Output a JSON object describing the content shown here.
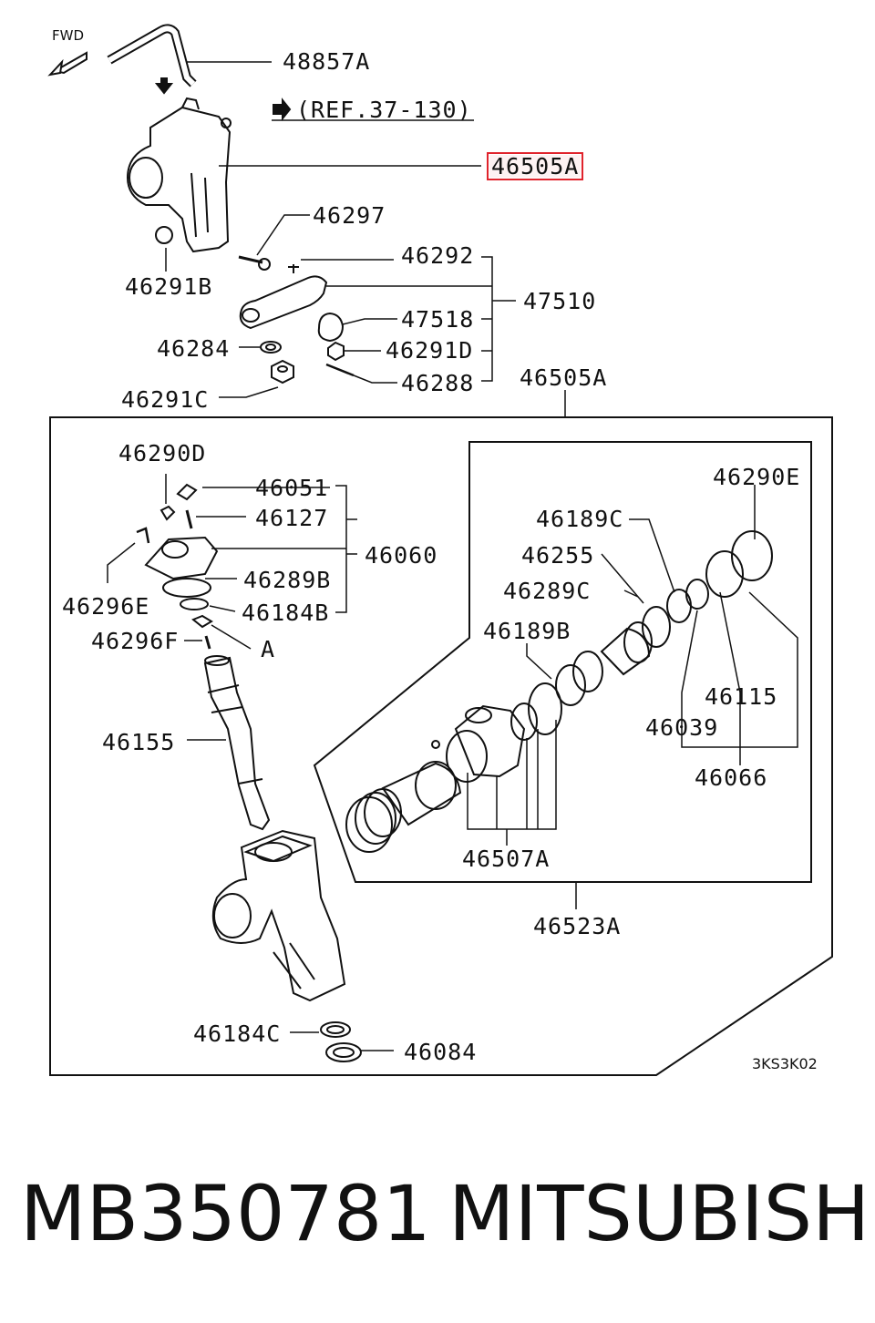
{
  "diagram": {
    "fwd_label": "FWD",
    "ref_text": "(REF.37-130)",
    "highlighted_part": "46505A",
    "code": "3KS3K02",
    "labels": {
      "p48857A": "48857A",
      "p46505A_top": "46505A",
      "p46297": "46297",
      "p46292": "46292",
      "p47510": "47510",
      "p46291B": "46291B",
      "p47518": "47518",
      "p46284": "46284",
      "p46291D": "46291D",
      "p46288": "46288",
      "p46291C": "46291C",
      "p46505A_box": "46505A",
      "p46290D": "46290D",
      "p46051": "46051",
      "p46127": "46127",
      "p46060": "46060",
      "p46289B": "46289B",
      "p46296E": "46296E",
      "p46184B": "46184B",
      "p46296F": "46296F",
      "pA": "A",
      "p46155": "46155",
      "p46290E": "46290E",
      "p46189C": "46189C",
      "p46255": "46255",
      "p46289C": "46289C",
      "p46189B": "46189B",
      "p46115": "46115",
      "p46039": "46039",
      "p46066": "46066",
      "p46507A": "46507A",
      "p46523A": "46523A",
      "p46184C": "46184C",
      "p46084": "46084"
    }
  },
  "footer": {
    "part_number": "MB350781",
    "brand": "MITSUBISHI"
  }
}
